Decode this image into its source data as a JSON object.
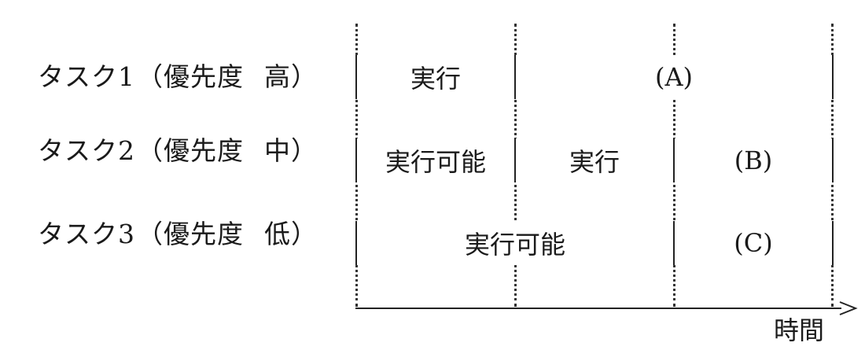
{
  "tasks": [
    {
      "name": "タスク1",
      "priority_prefix": "（優先度",
      "priority_level": "高",
      "close": "）",
      "segments": [
        "実行",
        "(A)"
      ]
    },
    {
      "name": "タスク2",
      "priority_prefix": "（優先度",
      "priority_level": "中",
      "close": "）",
      "segments": [
        "実行可能",
        "実行",
        "(B)"
      ]
    },
    {
      "name": "タスク3",
      "priority_prefix": "（優先度",
      "priority_level": "低",
      "close": "）",
      "segments": [
        "実行可能",
        "(C)"
      ]
    }
  ],
  "axis": {
    "label": "時間"
  }
}
